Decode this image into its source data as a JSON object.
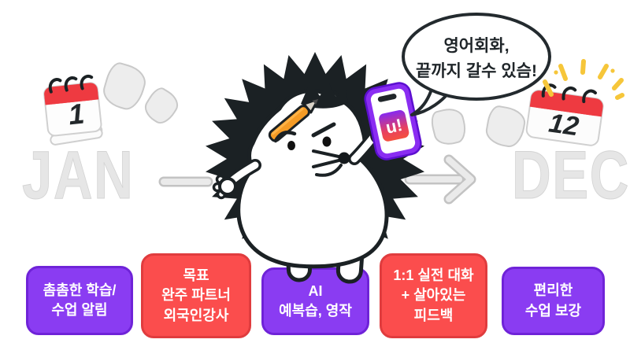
{
  "timeline": {
    "start_label": "JAN",
    "end_label": "DEC",
    "start_calendar_day": "1",
    "end_calendar_day": "12"
  },
  "speech_bubble": {
    "lines": [
      "영어회화,",
      "끝까지 갈수 있슴!"
    ]
  },
  "phone": {
    "logo_text": "u!"
  },
  "cards": [
    {
      "color": "purple",
      "lines": [
        "촘촘한 학습/",
        "수업 알림",
        ""
      ]
    },
    {
      "color": "red",
      "lines": [
        "목표",
        "완주 파트너",
        "외국인강사"
      ]
    },
    {
      "color": "purple",
      "lines": [
        "AI",
        "예복습, 영작",
        ""
      ]
    },
    {
      "color": "red",
      "lines": [
        "1:1 실전 대화",
        "+ 살아있는",
        "피드백"
      ]
    },
    {
      "color": "purple",
      "lines": [
        "편리한",
        "수업 보강",
        ""
      ]
    }
  ],
  "colors": {
    "purple": "#8a3cf2",
    "red": "#fb4d4d",
    "calendar_red": "#ee3a41",
    "sparkle_yellow": "#f6c63a",
    "ink": "#1b2124",
    "timeline_gray": "#e6e6e6",
    "pencil_orange": "#f59b25"
  },
  "icons": [
    "calendar-icon",
    "paper-sheet-icon",
    "sparkle-rays-icon",
    "arrow-right-icon",
    "pencil-icon",
    "smartphone-icon",
    "speech-bubble",
    "hedgehog-character"
  ]
}
